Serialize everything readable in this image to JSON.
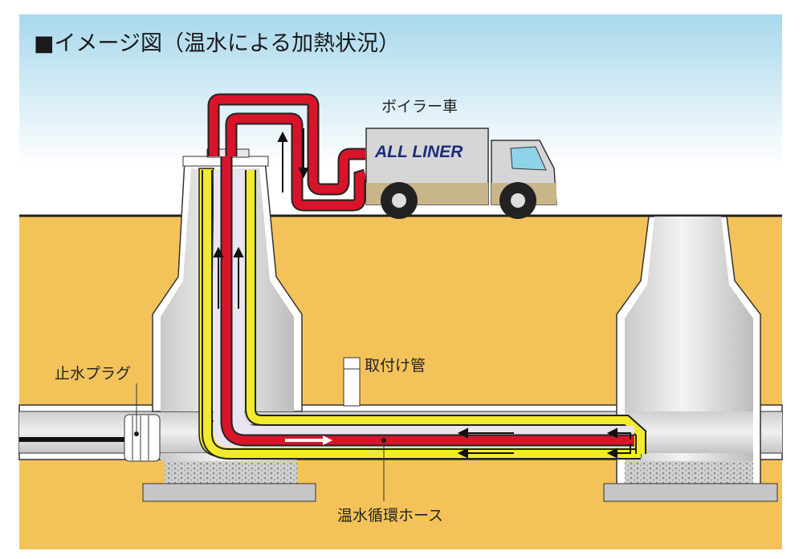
{
  "title": "■イメージ図（温水による加熱状況）",
  "labels": {
    "boiler_truck": "ボイラー車",
    "truck_logo": "ALL LINER",
    "water_stop_plug": "止水プラグ",
    "lateral_pipe": "取付け管",
    "hot_water_hose": "温水循環ホース"
  },
  "colors": {
    "sky_top": "#a8d8ec",
    "soil": "#f3c35a",
    "hose_red": "#d8142a",
    "liner_yellow": "#f2ea2c",
    "logo_navy": "#1c2c7c"
  }
}
